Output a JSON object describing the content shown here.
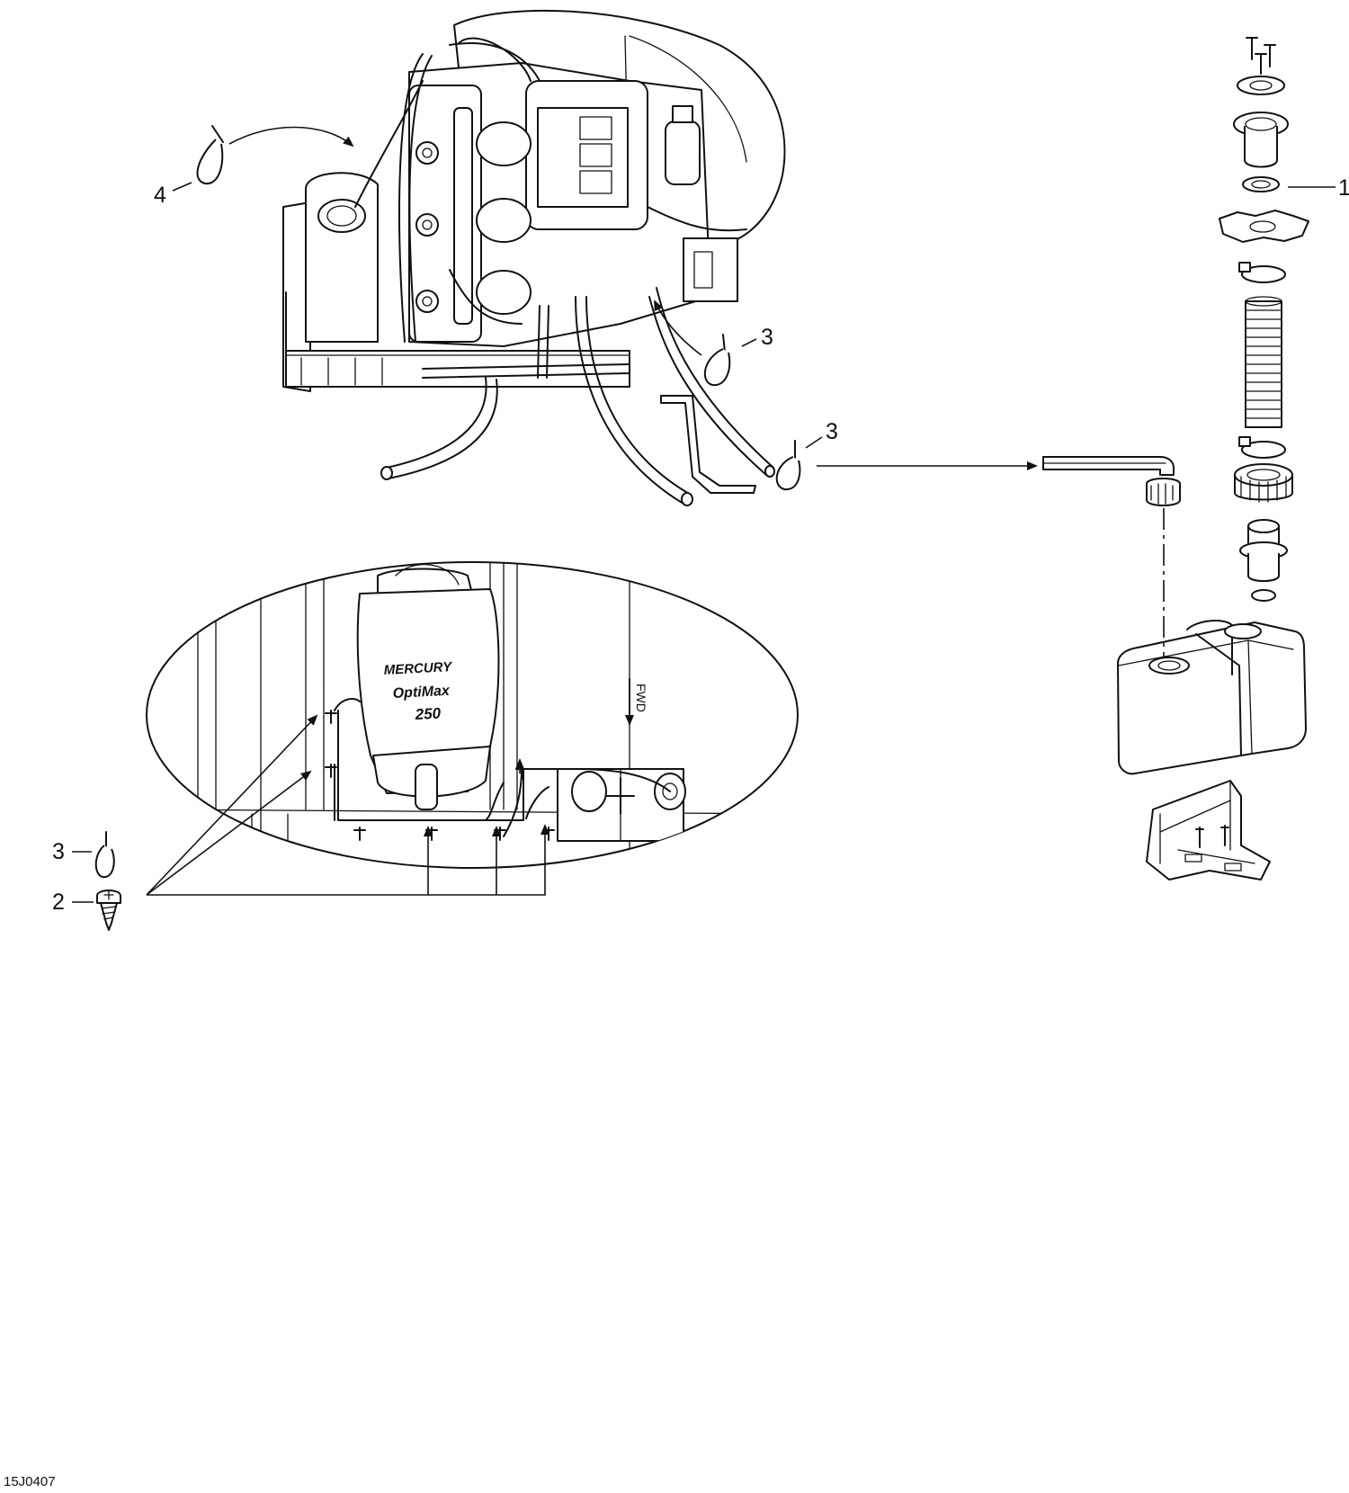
{
  "figure_id": "15J0407",
  "callouts": [
    {
      "id": "c1",
      "text": "1"
    },
    {
      "id": "c2",
      "text": "2"
    },
    {
      "id": "c3a",
      "text": "3"
    },
    {
      "id": "c3b",
      "text": "3"
    },
    {
      "id": "c3c",
      "text": "3"
    },
    {
      "id": "c4",
      "text": "4"
    }
  ],
  "engine_labels": {
    "brand": "MERCURY",
    "model": "OptiMax",
    "hp": "250",
    "direction": "FWD"
  }
}
